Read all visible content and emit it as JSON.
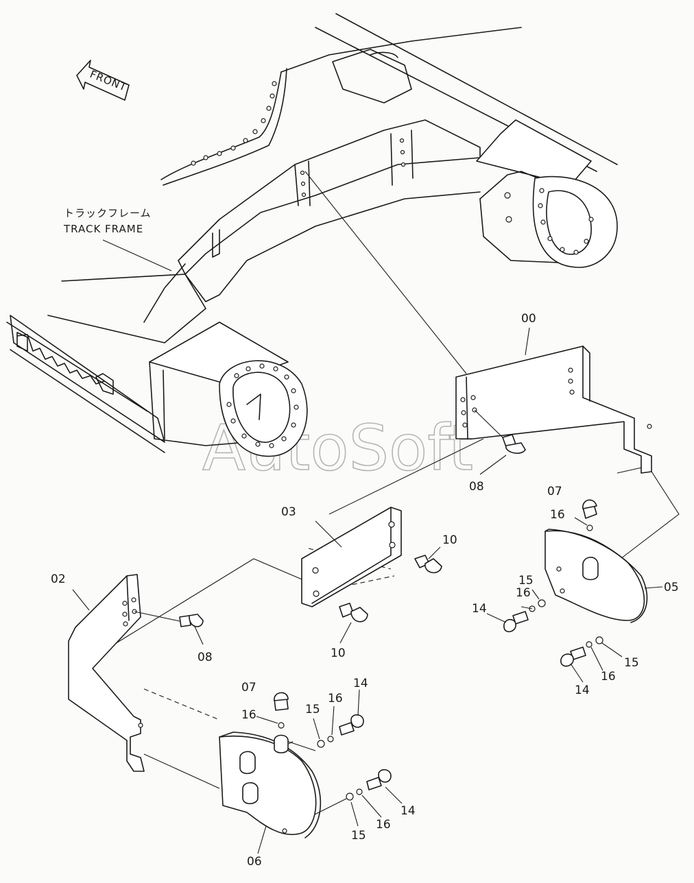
{
  "front_arrow": {
    "text": "FRONT"
  },
  "track_frame": {
    "jp": "トラックフレーム",
    "en": "TRACK FRAME"
  },
  "watermark": "AutoSoft",
  "labels": {
    "p00": "00",
    "p02": "02",
    "p03": "03",
    "p05": "05",
    "p06": "06",
    "p07a": "07",
    "p07b": "07",
    "p08a": "08",
    "p08b": "08",
    "p10a": "10",
    "p10b": "10",
    "p14a": "14",
    "p14b": "14",
    "p14c": "14",
    "p14d": "14",
    "p15a": "15",
    "p15b": "15",
    "p15c": "15",
    "p15d": "15",
    "p16a": "16",
    "p16b": "16",
    "p16c": "16",
    "p16d": "16",
    "p16e": "16",
    "p16f": "16"
  }
}
